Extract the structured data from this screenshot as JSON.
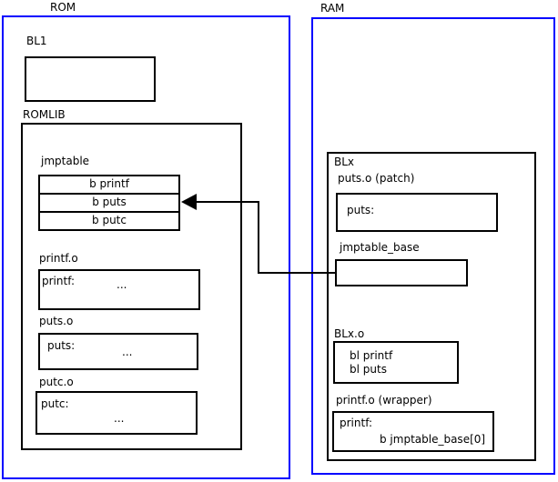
{
  "diagram": {
    "rom": {
      "label": "ROM",
      "bl1_label": "BL1",
      "romlib": {
        "label": "ROMLIB",
        "jmptable": {
          "label": "jmptable",
          "rows": [
            "b printf",
            "b puts",
            "b putc"
          ]
        },
        "printf_o": {
          "label": "printf.o",
          "symbol": "printf:",
          "dots": "..."
        },
        "puts_o": {
          "label": "puts.o",
          "symbol": "puts:",
          "dots": "..."
        },
        "putc_o": {
          "label": "putc.o",
          "symbol": "putc:",
          "dots": "..."
        }
      }
    },
    "ram": {
      "label": "RAM",
      "blx": {
        "label": "BLx",
        "puts_patch": {
          "label": "puts.o (patch)",
          "symbol": "puts:"
        },
        "jmptable_base_label": "jmptable_base",
        "blx_o": {
          "label": "BLx.o",
          "lines": [
            "bl printf",
            "bl puts"
          ]
        },
        "printf_wrapper": {
          "label": "printf.o (wrapper)",
          "symbol": "printf:",
          "body": "b jmptable_base[0]"
        }
      }
    },
    "colors": {
      "region_border": "#0000ff",
      "box_border": "#000000",
      "arrow": "#000000"
    }
  }
}
